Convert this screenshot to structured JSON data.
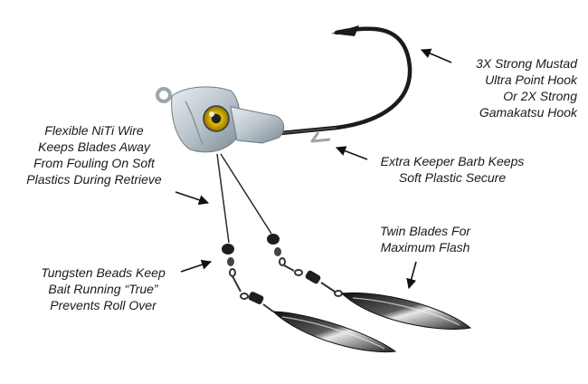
{
  "callouts": {
    "hook": [
      "3X Strong Mustad",
      "Ultra Point Hook",
      "Or 2X Strong",
      "Gamakatsu Hook"
    ],
    "wire": [
      "Flexible NiTi Wire",
      "Keeps Blades Away",
      "From Fouling On Soft",
      "Plastics During Retrieve"
    ],
    "keeper": [
      "Extra Keeper Barb Keeps",
      "Soft Plastic Secure"
    ],
    "blades": [
      "Twin Blades For",
      "Maximum Flash"
    ],
    "beads": [
      "Tungsten Beads Keep",
      "Bait Running “True”",
      "Prevents Roll Over"
    ]
  },
  "colors": {
    "text": "#1a1a1a",
    "head": "#b9c4cc",
    "eye": "#c9a800",
    "blade": "#2a2a2a"
  }
}
